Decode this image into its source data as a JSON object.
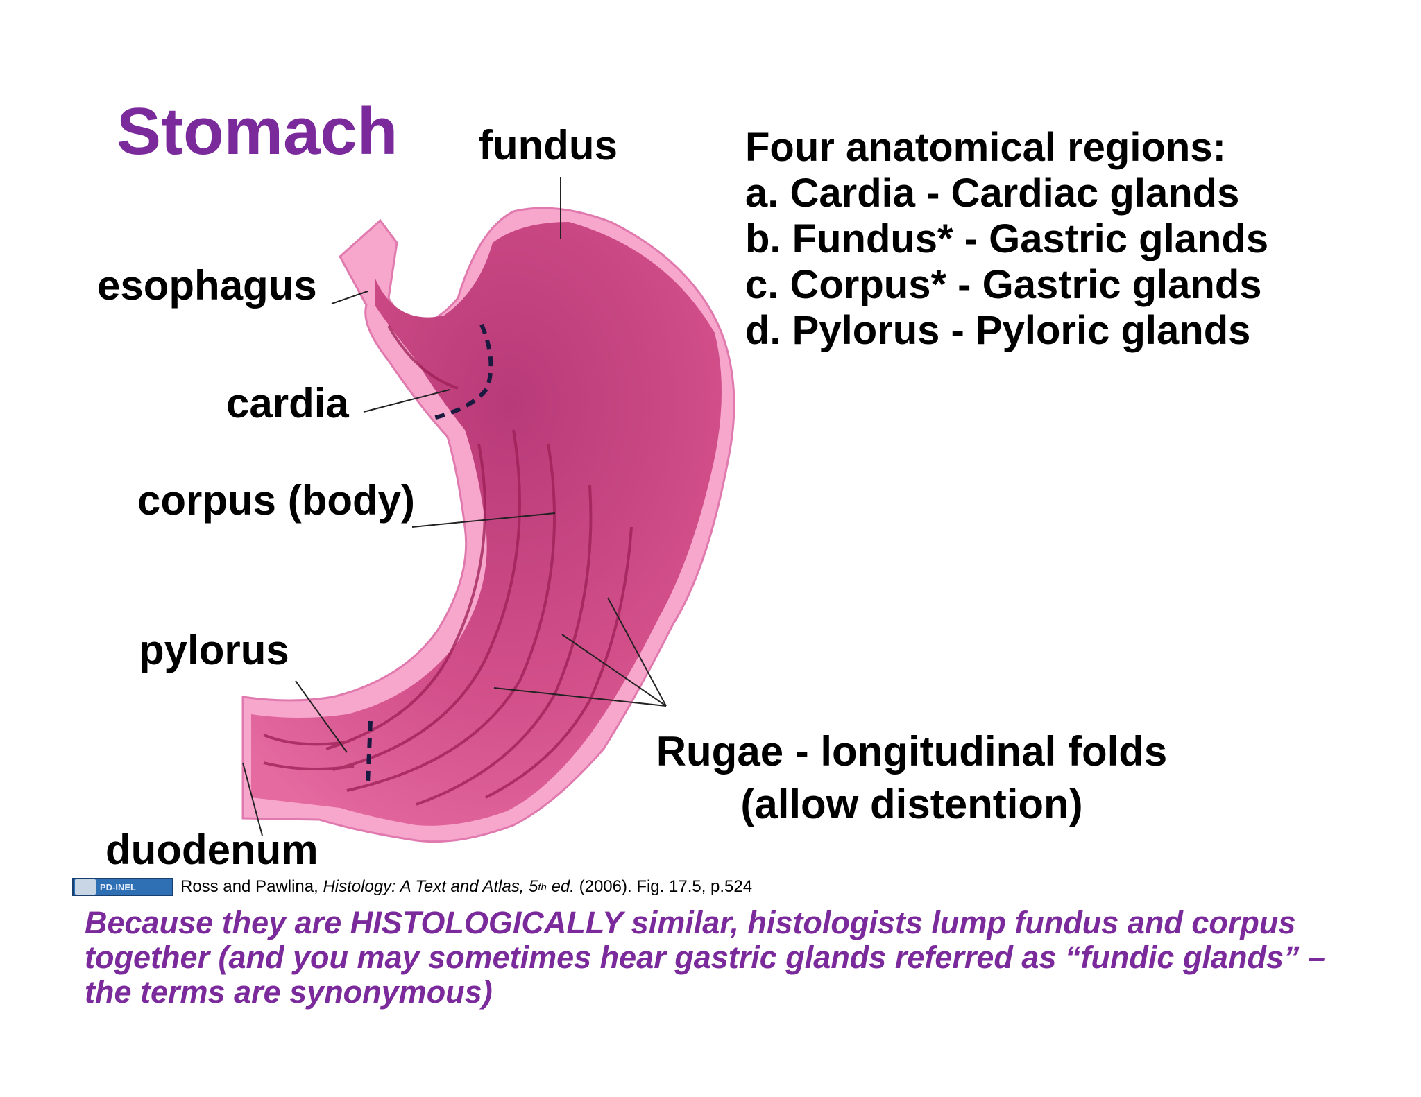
{
  "title": "Stomach",
  "labels": {
    "fundus": "fundus",
    "esophagus": "esophagus",
    "cardia": "cardia",
    "corpus": "corpus (body)",
    "pylorus": "pylorus",
    "duodenum": "duodenum"
  },
  "regions": {
    "heading": "Four anatomical regions:",
    "items": [
      "a.  Cardia - Cardiac glands",
      "b. Fundus* - Gastric glands",
      "c. Corpus* - Gastric glands",
      "d. Pylorus - Pyloric glands"
    ]
  },
  "rugae": {
    "line1": "Rugae - longitudinal folds",
    "line2": "(allow distention)"
  },
  "citation": {
    "badge": "PD-INEL",
    "text_before": "Ross and Pawlina, ",
    "book": "Histology: A Text and Atlas, 5",
    "sup": "th",
    "ed": " ed.",
    "text_after": " (2006). Fig. 17.5, p.524"
  },
  "footnote": "Because they are HISTOLOGICALLY similar, histologists lump fundus and corpus together (and you may sometimes hear gastric glands referred as “fundic glands” –the terms are synonymous)",
  "colors": {
    "title": "#7a2a9a",
    "stomach_outer": "#f58fc0",
    "stomach_inner": "#d04a86",
    "stomach_dark": "#a8285e"
  }
}
